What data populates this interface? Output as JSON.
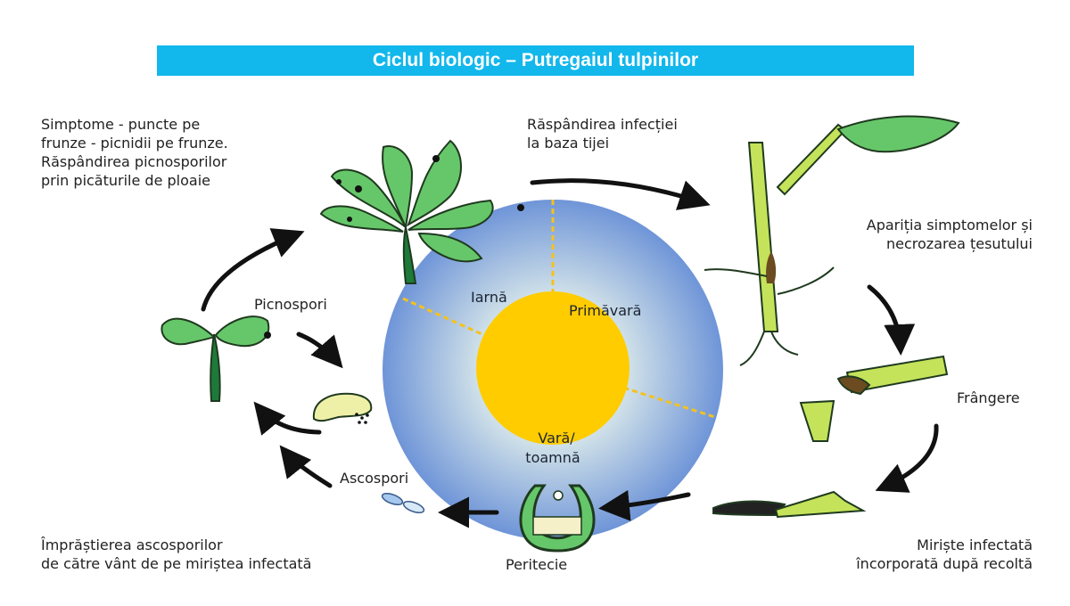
{
  "title": "Ciclul biologic – Putregaiul tulpinilor",
  "labels": {
    "simptome": "Simptome - puncte pe\nfrunze - picnidii pe frunze.\nRăspândirea picnosporilor\nprin picăturile de ploaie",
    "raspandire": "Răspândirea infecției\nla baza tijei",
    "aparitia": "Apariția simptomelor și\nnecrozarea țesutului",
    "frangere": "Frângere",
    "miriste": "Miriște infectată\nîncorporată după recoltă",
    "peritecie": "Peritecie",
    "imprastierea": "Împrăștierea ascosporilor\nde către vânt de pe miriștea infectată",
    "ascospori": "Ascospori",
    "picnospori": "Picnospori"
  },
  "seasons": {
    "iarna": "Iarnă",
    "primavara": "Primăvară",
    "vara_line1": "Vară/",
    "vara_line2": "toamnă"
  },
  "colors": {
    "title_bg": "#12b7ec",
    "sun": "#ffcc00",
    "sky_outer": "#6f95d8",
    "sky_inner": "#e9f0dc",
    "divider": "#f4c21e",
    "plant_green": "#66c76a",
    "plant_outline": "#1f3a1f",
    "stem_dark": "#1e7a3a",
    "stubble_green": "#c5e35a",
    "lesion_brown": "#6b4b1f"
  }
}
